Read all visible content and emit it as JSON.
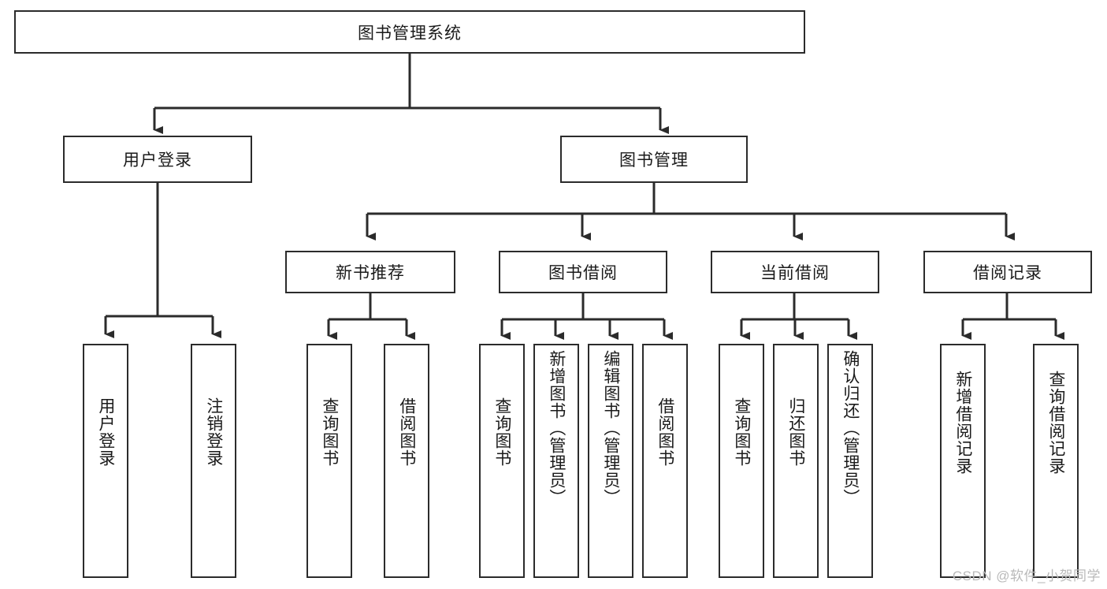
{
  "diagram": {
    "type": "tree-hierarchy",
    "title": "图书管理系统",
    "root": {
      "label": "图书管理系统"
    },
    "level2": [
      {
        "id": "user-login",
        "label": "用户登录"
      },
      {
        "id": "book-manage",
        "label": "图书管理"
      }
    ],
    "level3": [
      {
        "id": "new-book-rec",
        "label": "新书推荐"
      },
      {
        "id": "book-borrow",
        "label": "图书借阅"
      },
      {
        "id": "current-borrow",
        "label": "当前借阅"
      },
      {
        "id": "borrow-record",
        "label": "借阅记录"
      }
    ],
    "leaves": {
      "user_login": [
        {
          "id": "leaf-user-login",
          "label": "用户登录"
        },
        {
          "id": "leaf-logout",
          "label": "注销登录"
        }
      ],
      "new_book_rec": [
        {
          "id": "leaf-query-book-1",
          "label": "查询图书"
        },
        {
          "id": "leaf-borrow-book-1",
          "label": "借阅图书"
        }
      ],
      "book_borrow": [
        {
          "id": "leaf-query-book-2",
          "label": "查询图书"
        },
        {
          "id": "leaf-add-book",
          "label": "新增图书（管理员）"
        },
        {
          "id": "leaf-edit-book",
          "label": "编辑图书（管理员）"
        },
        {
          "id": "leaf-borrow-book-2",
          "label": "借阅图书"
        }
      ],
      "current_borrow": [
        {
          "id": "leaf-query-book-3",
          "label": "查询图书"
        },
        {
          "id": "leaf-return-book",
          "label": "归还图书"
        },
        {
          "id": "leaf-confirm-return",
          "label": "确认归还（管理员）"
        }
      ],
      "borrow_record": [
        {
          "id": "leaf-add-record",
          "label": "新增借阅记录"
        },
        {
          "id": "leaf-query-record",
          "label": "查询借阅记录"
        }
      ]
    },
    "colors": {
      "stroke": "#2b2b2b",
      "fill": "#ffffff",
      "text": "#1a1a1a",
      "watermark": "#b9b9b9"
    }
  },
  "watermark": {
    "text": "CSDN @软件_小贺同学"
  }
}
